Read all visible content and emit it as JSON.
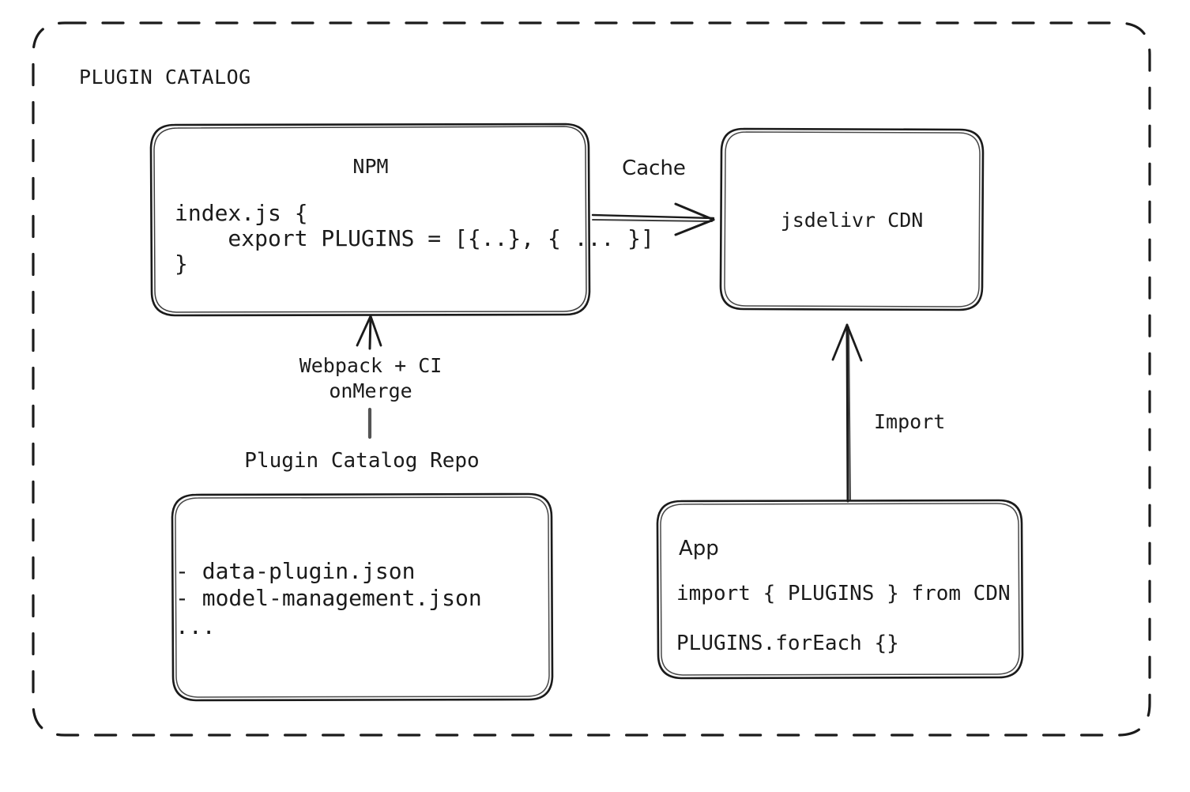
{
  "diagram": {
    "type": "architecture-flow",
    "background_color": "#ffffff",
    "stroke_color": "#1b1b1b",
    "container": {
      "title": "PLUGIN CATALOG",
      "border_style": "dashed-rounded"
    },
    "nodes": {
      "npm": {
        "title": "NPM",
        "code_lines": [
          "index.js {",
          "    export PLUGINS = [{..}, { ... }]",
          "}"
        ]
      },
      "cdn": {
        "title": "jsdelivr CDN"
      },
      "repo": {
        "caption": "Plugin Catalog Repo",
        "file_lines": [
          "- data-plugin.json",
          "- model-management.json",
          "..."
        ]
      },
      "app": {
        "title": "App",
        "code_lines": [
          "import { PLUGINS } from CDN",
          "PLUGINS.forEach {}"
        ]
      }
    },
    "edges": [
      {
        "id": "npm-to-cdn",
        "label": "Cache",
        "from": "npm",
        "to": "cdn",
        "direction": "right"
      },
      {
        "id": "repo-to-npm",
        "label_lines": [
          "Webpack + CI",
          "onMerge"
        ],
        "from": "repo",
        "to": "npm",
        "direction": "up"
      },
      {
        "id": "cdn-to-app",
        "label": "Import",
        "from": "app",
        "to": "cdn",
        "direction": "up"
      }
    ]
  }
}
